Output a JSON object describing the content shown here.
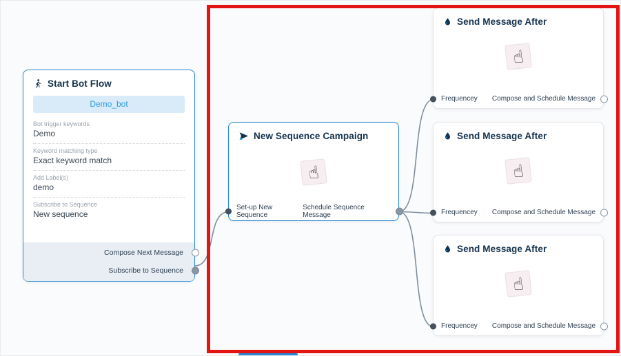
{
  "canvas": {
    "background": "#fafbfc",
    "annotation_color": "#e31414",
    "connector_color": "#7d8e9c",
    "accent_blue": "#2688d4"
  },
  "icons": {
    "hand_cursor": "☝",
    "start_icon": "walking-person",
    "campaign_icon": "send-paper-plane",
    "send_icon": "water-droplet"
  },
  "nodes": {
    "start": {
      "title": "Start Bot Flow",
      "bot_name": "Demo_bot",
      "fields": [
        {
          "label": "Bot trigger keywords",
          "value": "Demo"
        },
        {
          "label": "Keyword matching type",
          "value": "Exact keyword match"
        },
        {
          "label": "Add Label(s)",
          "value": "demo"
        },
        {
          "label": "Subscribe to Sequence",
          "value": "New sequence"
        }
      ],
      "outputs": [
        {
          "label": "Compose Next Message",
          "connected": false
        },
        {
          "label": "Subscribe to Sequence",
          "connected": true
        }
      ]
    },
    "campaign": {
      "title": "New Sequence Campaign",
      "input_label": "Set-up New Sequence",
      "output_label": "Schedule Sequence Message"
    },
    "send": [
      {
        "title": "Send Message After",
        "input_label": "Frequencey",
        "output_label": "Compose and Schedule Message"
      },
      {
        "title": "Send Message After",
        "input_label": "Frequencey",
        "output_label": "Compose and Schedule Message"
      },
      {
        "title": "Send Message After",
        "input_label": "Frequencey",
        "output_label": "Compose and Schedule Message"
      }
    ]
  }
}
